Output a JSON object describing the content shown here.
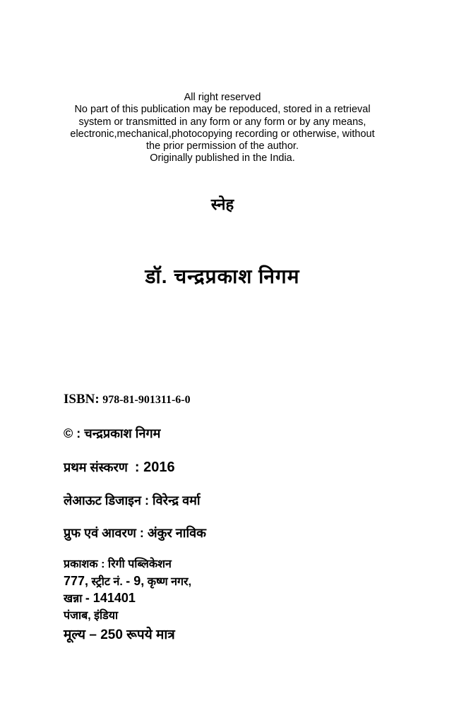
{
  "rights": {
    "lines": [
      "All right reserved",
      "No part of this publication may be repoduced, stored in a retrieval",
      "system or transmitted in any form or any form or by any means,",
      "electronic,mechanical,photocopying recording or otherwise, without",
      "the prior permission of the author.",
      "Originally published in the India."
    ]
  },
  "dedication": "स्नेह",
  "author": "डॉ. चन्द्रप्रकाश निगम",
  "isbn": {
    "label": "ISBN:",
    "value": "978-81-901311-6-0"
  },
  "copyright": {
    "symbol": "© :",
    "value": "चन्द्रप्रकाश निगम"
  },
  "edition": {
    "label": "प्रथम संस्करण",
    "value": ": 2016"
  },
  "layout_design": "लेआऊट डिजाइन : विरेन्द्र वर्मा",
  "proof_cover": "प्रुफ एवं आवरण : अंकुर नाविक",
  "publisher": {
    "line1": "प्रकाशक : रिगी पब्लिकेशन",
    "line2_num": "777,",
    "line2_street": "स्ट्रीट नं.",
    "line2_no": "- 9,",
    "line2_area": "कृष्ण नगर,",
    "line3_city": "खन्ना",
    "line3_pin": "- 141401",
    "line4": "पंजाब, इंडिया"
  },
  "price": "मूल्य – 250 रूपये मात्र"
}
